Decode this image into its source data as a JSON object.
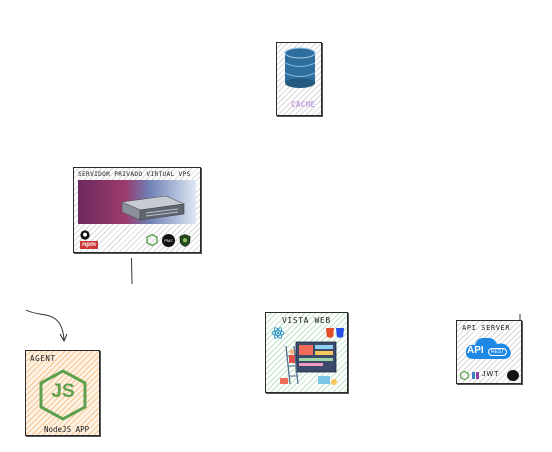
{
  "nodes": {
    "database": {
      "caption": "CACHE"
    },
    "vps": {
      "title": "SERVIDOR PRIVADO VIRTUAL VPS",
      "npm_label": "npm",
      "pm2_label": "PM2"
    },
    "agent": {
      "title": "AGENT",
      "caption": "NodeJS APP",
      "logo_text": "JS"
    },
    "vista_web": {
      "title": "VISTA WEB"
    },
    "api_server": {
      "title": "API SERVER",
      "api_label": "API",
      "rest_label": "REST",
      "jwt_label": "JWT"
    }
  },
  "colors": {
    "database": "#2d6e9c",
    "node_green": "#5fa04e",
    "npm_red": "#cb3837",
    "api_blue": "#1e88e5"
  }
}
